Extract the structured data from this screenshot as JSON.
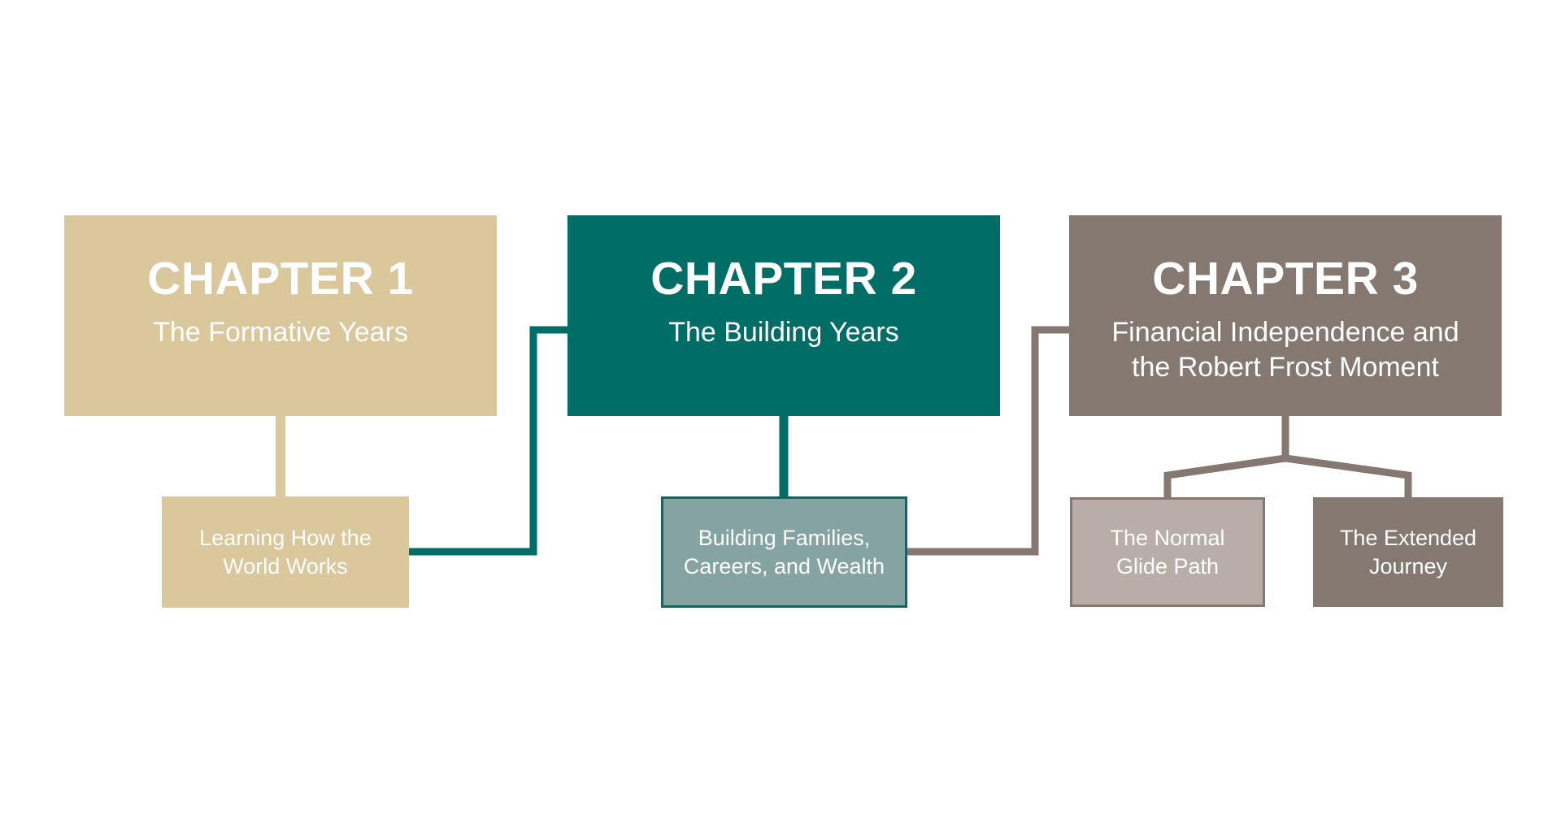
{
  "colors": {
    "chapter1": "#dac89c",
    "chapter2": "#006d66",
    "chapter3": "#847870",
    "chapter2_sub": "#85a3a0",
    "chapter3_sub_light": "#b9aea7"
  },
  "chapters": [
    {
      "title": "CHAPTER 1",
      "subtitle": "The Formative Years",
      "sub_items": [
        "Learning How the\nWorld Works"
      ]
    },
    {
      "title": "CHAPTER 2",
      "subtitle": "The Building Years",
      "sub_items": [
        "Building Families,\nCareers, and Wealth"
      ]
    },
    {
      "title": "CHAPTER 3",
      "subtitle": "Financial Independence and\nthe Robert Frost Moment",
      "sub_items": [
        "The Normal\nGlide Path",
        "The Extended\nJourney"
      ]
    }
  ]
}
